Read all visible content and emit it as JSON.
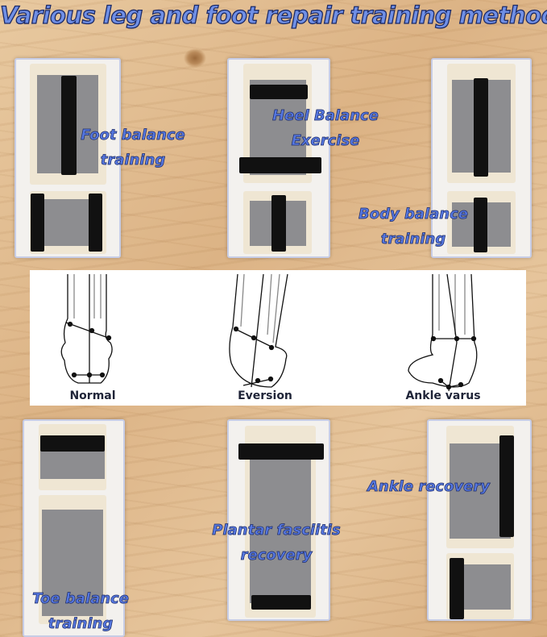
{
  "title": "Various leg and foot repair training methods",
  "methods": {
    "foot_balance": "Foot balance training",
    "heel_balance": "Heel Balance Exercise",
    "body_balance": "Body balance training",
    "ankle_recovery": "Ankle recovery",
    "plantar_fasciitis": "Plantar fasciitis recovery",
    "toe_balance": "Toe balance training"
  },
  "diagram": {
    "normal": "Normal",
    "eversion": "Eversion",
    "ankle_varus": "Ankle varus"
  },
  "colors": {
    "label_fill": "#5577e0",
    "label_outline": "#1c2a66",
    "pad": "#8d8d90",
    "bar": "#111111"
  }
}
